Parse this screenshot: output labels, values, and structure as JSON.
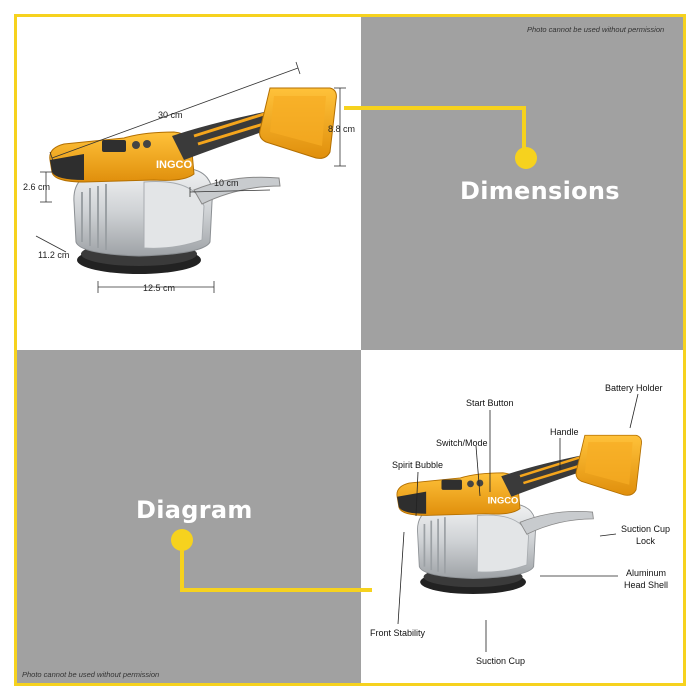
{
  "watermark_top": "Photo cannot be used without permission",
  "watermark_bottom": "Photo cannot be used without permission",
  "section_dimensions": "Dimensions",
  "section_diagram": "Diagram",
  "brand_logo_text": "INGCO",
  "dimensions": {
    "length": "30 cm",
    "height": "8.8 cm",
    "bubble_height": "2.6 cm",
    "lever": "10 cm",
    "depth": "11.2 cm",
    "cup_diameter": "12.5 cm"
  },
  "parts": {
    "start_button": "Start Button",
    "battery_holder": "Battery Holder",
    "switch_mode": "Switch/Mode",
    "handle": "Handle",
    "spirit_bubble": "Spirit Bubble",
    "suction_cup_lock_line1": "Suction Cup",
    "suction_cup_lock_line2": "Lock",
    "aluminum_head_shell_line1": "Aluminum",
    "aluminum_head_shell_line2": "Head Shell",
    "front_stability": "Front Stability",
    "suction_cup": "Suction Cup"
  },
  "colors": {
    "accent_yellow": "#f6d21e",
    "tool_orange": "#f4a51c",
    "grey_panel": "#a1a1a1",
    "grip_dark": "#3a3a3a",
    "aluminum": "#d4d6d8"
  }
}
